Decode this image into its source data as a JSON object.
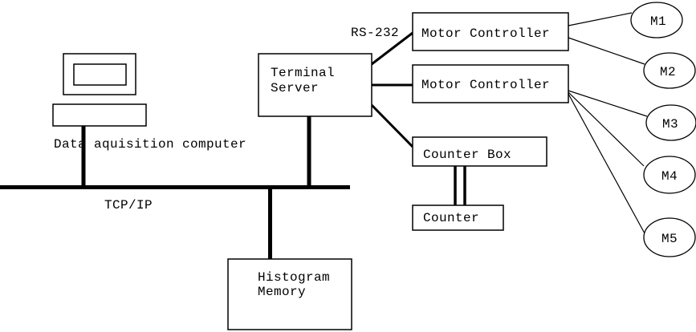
{
  "diagram": {
    "computer": {
      "label": "Data aquisition computer"
    },
    "bus": {
      "label": "TCP/IP"
    },
    "serial_link": {
      "label": "RS-232"
    },
    "terminal_server": {
      "line1": "Terminal",
      "line2": "Server"
    },
    "motor_controller_1": {
      "label": "Motor Controller"
    },
    "motor_controller_2": {
      "label": "Motor Controller"
    },
    "counter_box": {
      "label": "Counter Box"
    },
    "counter": {
      "label": "Counter"
    },
    "histogram_memory": {
      "line1": "Histogram",
      "line2": "Memory"
    },
    "motors": [
      {
        "label": "M1"
      },
      {
        "label": "M2"
      },
      {
        "label": "M3"
      },
      {
        "label": "M4"
      },
      {
        "label": "M5"
      }
    ],
    "colors": {
      "line": "#000000",
      "background": "#ffffff"
    }
  }
}
